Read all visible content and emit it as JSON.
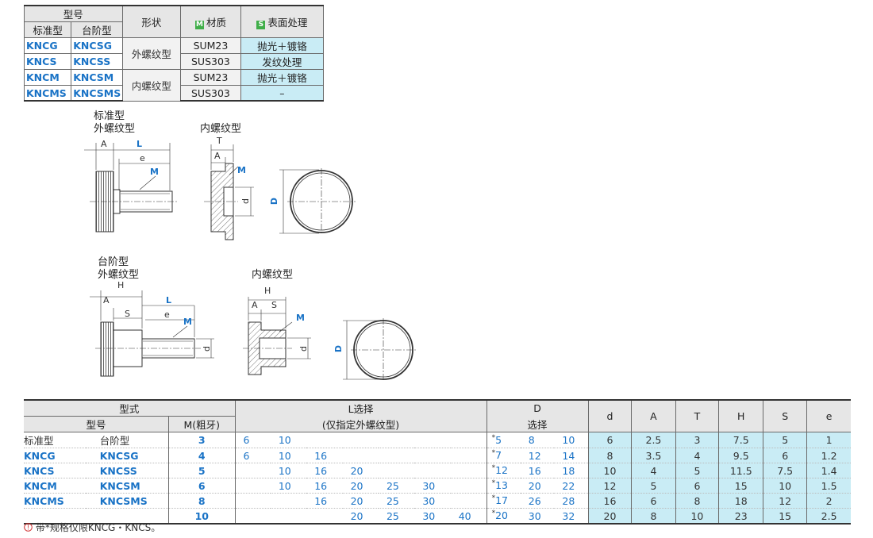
{
  "top_table": {
    "header": {
      "model": "型号",
      "standard": "标准型",
      "stepped": "台阶型",
      "shape": "形状",
      "material_badge": "M",
      "material": "材质",
      "surface_badge": "S",
      "surface": "表面处理"
    },
    "rows": [
      {
        "standard": "KNCG",
        "stepped": "KNCSG",
        "shape": "外螺纹型",
        "material": "SUM23",
        "surface": "抛光＋镀铬"
      },
      {
        "standard": "KNCS",
        "stepped": "KNCSS",
        "material": "SUS303",
        "surface": "发纹处理"
      },
      {
        "standard": "KNCM",
        "stepped": "KNCSM",
        "shape": "内螺纹型",
        "material": "SUM23",
        "surface": "抛光＋镀铬"
      },
      {
        "standard": "KNCMS",
        "stepped": "KNCSMS",
        "material": "SUS303",
        "surface": "–"
      }
    ]
  },
  "drawings": {
    "standard_title": "标准型",
    "standard_external": "外螺纹型",
    "standard_internal": "内螺纹型",
    "stepped_title": "台阶型",
    "stepped_external": "外螺纹型",
    "stepped_internal": "内螺纹型",
    "dim_A": "A",
    "dim_L": "L",
    "dim_e": "e",
    "dim_M": "M",
    "dim_T": "T",
    "dim_d": "d",
    "dim_D": "D",
    "dim_H": "H",
    "dim_S": "S"
  },
  "spec_table": {
    "header": {
      "type_style": "型式",
      "model": "型号",
      "m_coarse": "M(粗牙)",
      "l_select": "L选择",
      "l_note": "(仅指定外螺纹型)",
      "d_upper": "D",
      "d_select": "选择",
      "d": "d",
      "A": "A",
      "T": "T",
      "H": "H",
      "S": "S",
      "e": "e"
    },
    "rows": [
      {
        "standard": "标准型",
        "stepped": "台阶型",
        "M": "3",
        "L": [
          "6",
          "10",
          "",
          "",
          "",
          "",
          ""
        ],
        "Dstar": "5",
        "D2": "8",
        "D3": "10",
        "d": "6",
        "A": "2.5",
        "T": "3",
        "H": "7.5",
        "S": "5",
        "e": "1"
      },
      {
        "standard": "KNCG",
        "stepped": "KNCSG",
        "M": "4",
        "L": [
          "6",
          "10",
          "16",
          "",
          "",
          "",
          ""
        ],
        "Dstar": "7",
        "D2": "12",
        "D3": "14",
        "d": "8",
        "A": "3.5",
        "T": "4",
        "H": "9.5",
        "S": "6",
        "e": "1.2"
      },
      {
        "standard": "KNCS",
        "stepped": "KNCSS",
        "M": "5",
        "L": [
          "",
          "10",
          "16",
          "20",
          "",
          "",
          ""
        ],
        "Dstar": "12",
        "D2": "16",
        "D3": "18",
        "d": "10",
        "A": "4",
        "T": "5",
        "H": "11.5",
        "S": "7.5",
        "e": "1.4"
      },
      {
        "standard": "KNCM",
        "stepped": "KNCSM",
        "M": "6",
        "L": [
          "",
          "10",
          "16",
          "20",
          "25",
          "30",
          ""
        ],
        "Dstar": "13",
        "D2": "20",
        "D3": "22",
        "d": "12",
        "A": "5",
        "T": "6",
        "H": "15",
        "S": "10",
        "e": "1.5"
      },
      {
        "standard": "KNCMS",
        "stepped": "KNCSMS",
        "M": "8",
        "L": [
          "",
          "",
          "16",
          "20",
          "25",
          "30",
          ""
        ],
        "Dstar": "17",
        "D2": "26",
        "D3": "28",
        "d": "16",
        "A": "6",
        "T": "8",
        "H": "18",
        "S": "12",
        "e": "2"
      },
      {
        "standard": "",
        "stepped": "",
        "M": "10",
        "L": [
          "",
          "",
          "",
          "20",
          "25",
          "30",
          "40"
        ],
        "Dstar": "20",
        "D2": "30",
        "D3": "32",
        "d": "20",
        "A": "8",
        "T": "10",
        "H": "23",
        "S": "15",
        "e": "2.5"
      }
    ],
    "star": "*"
  },
  "footnote": {
    "icon": "!",
    "text": "带*规格仅限KNCG・KNCS。"
  }
}
